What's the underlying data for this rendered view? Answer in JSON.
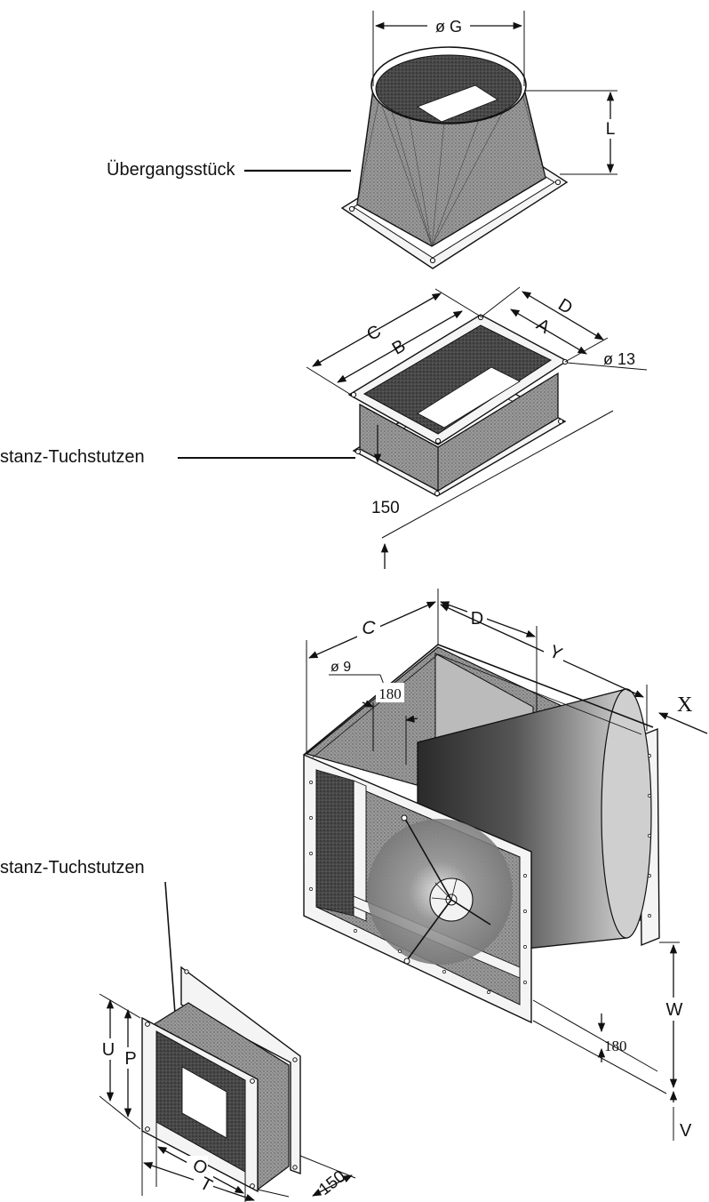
{
  "labels": {
    "transition_piece": "Übergangsstück",
    "canvas_connector_top": "stanz-Tuchstutzen",
    "canvas_connector_bottom": "stanz-Tuchstutzen"
  },
  "dimensions": {
    "G": "ø G",
    "L": "L",
    "C_top": "C",
    "B_top": "B",
    "D_top": "D",
    "A_top": "A",
    "hole_13": "ø 13",
    "h150_top": "150",
    "C_fan": "C",
    "D_fan": "D",
    "Y_fan": "Y",
    "X_fan": "X",
    "hole_9": "ø 9",
    "d180_top": "180",
    "d180_bottom": "180",
    "W_fan": "W",
    "V_fan": "V",
    "U_conn": "U",
    "P_conn": "P",
    "O_conn": "O",
    "T_conn": "T",
    "h150_conn": "150"
  },
  "colors": {
    "line": "#111111",
    "canvas": "#8a8a8a",
    "canvas_dark": "#3c3c3c",
    "frame": "#f4f4f4"
  }
}
